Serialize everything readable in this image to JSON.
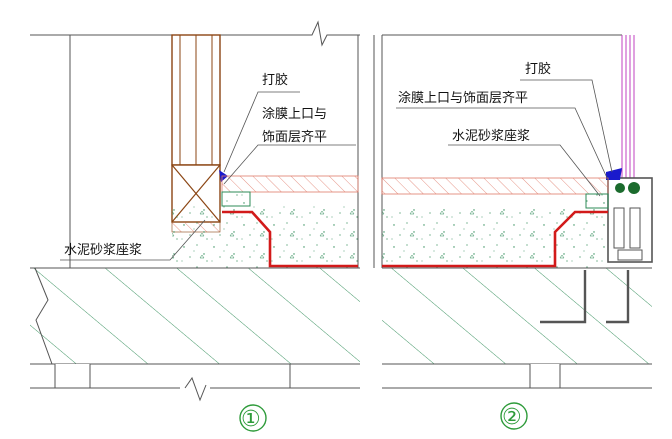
{
  "labels": {
    "sealant": "打胶",
    "coating_line1": "涂膜上口与",
    "coating_line2": "饰面层齐平",
    "mortar": "水泥砂浆座浆",
    "sealant_2": "打胶",
    "coating_2": "涂膜上口与饰面层齐平",
    "mortar_2": "水泥砂浆座浆",
    "circle_1": "①",
    "circle_2": "②"
  },
  "colors": {
    "line": "#555555",
    "membrane": "#d21a1a",
    "hatch": "#2e8b57",
    "wood": "#8b4513",
    "tile": "#e07b6a",
    "sealant": "#1a1acc",
    "glass": "#c040c0",
    "number": "#2e9b3a"
  }
}
